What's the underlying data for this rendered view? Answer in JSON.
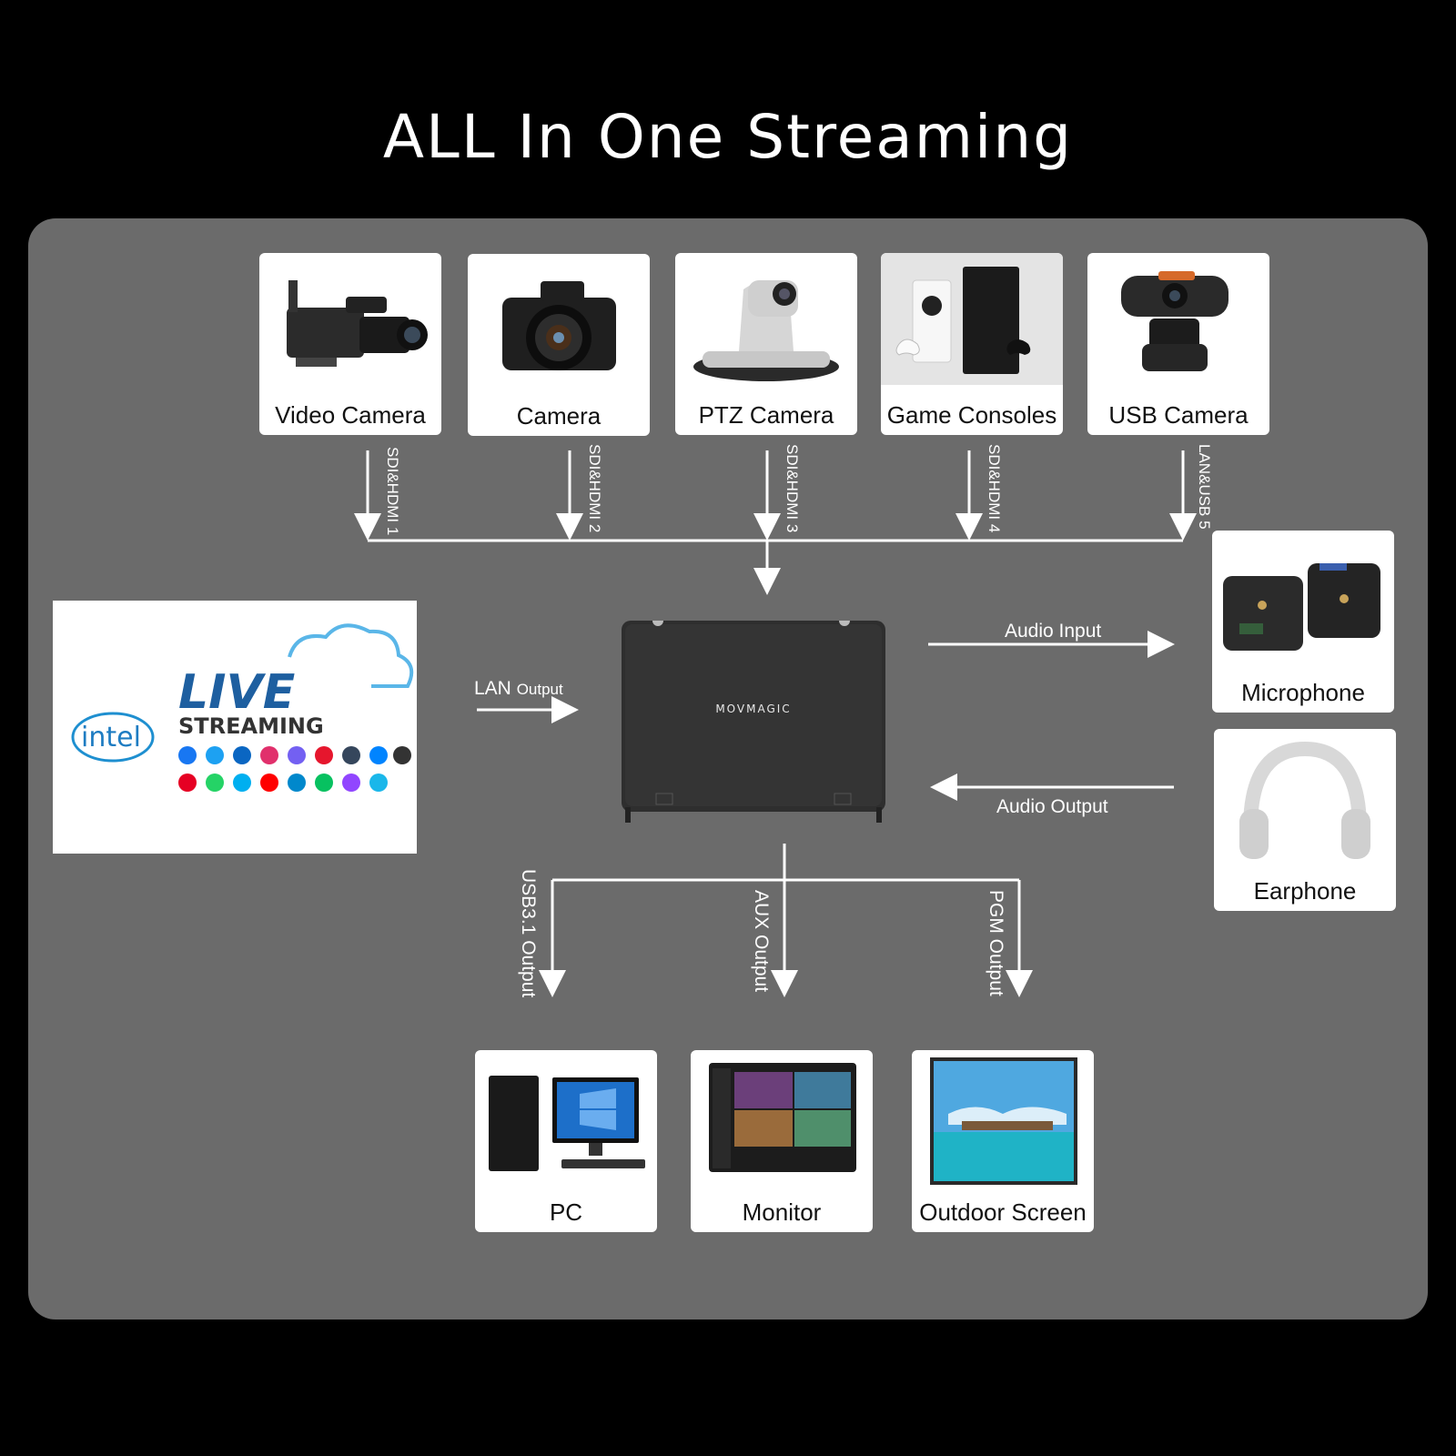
{
  "title": "ALL In One Streaming",
  "inputs": [
    {
      "label": "Video Camera",
      "link": "SDI&HDMI 1"
    },
    {
      "label": "Camera",
      "link": "SDI&HDMI 2"
    },
    {
      "label": "PTZ Camera",
      "link": "SDI&HDMI 3"
    },
    {
      "label": "Game Consoles",
      "link": "SDI&HDMI 4"
    },
    {
      "label": "USB Camera",
      "link": "LAN&USB 5"
    }
  ],
  "audio": {
    "input_label": "Audio Input",
    "output_label": "Audio Output",
    "microphone": "Microphone",
    "earphone": "Earphone"
  },
  "lan": {
    "label_main": "LAN",
    "label_sub": "Output"
  },
  "device": {
    "brand": "MOVMAGIC"
  },
  "branding": {
    "intel": "intel",
    "live": "LIVE",
    "streaming": "STREAMING"
  },
  "outputs": [
    {
      "label": "PC",
      "link": "USB3.1 Output"
    },
    {
      "label": "Monitor",
      "link": "AUX Output"
    },
    {
      "label": "Outdoor Screen",
      "link": "PGM Output"
    }
  ],
  "colors": {
    "panel": "#6b6b6b",
    "background": "#000000",
    "accent_blue": "#1e8fd0"
  }
}
